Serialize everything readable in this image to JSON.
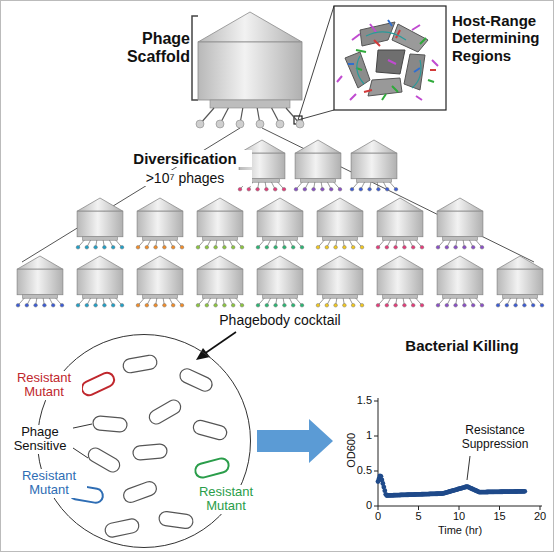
{
  "diagram": {
    "nodes": [
      {
        "text": [
          "Resistant Mutant",
          "Phage Sensitive",
          "Resistant Mutant",
          "Resistant Mutant"
        ]
      },
      {
        "text": [
          "Bacterial Killing"
        ]
      }
    ],
    "edges": [
      {
        "from": 0,
        "to": 1,
        "arrow": "to"
      }
    ],
    "labels": [
      "Phage Scaffold",
      "Host-Range Determining Regions",
      "Diversification",
      ">10⁷ phages",
      "Phagebody cocktail",
      "OD600",
      "Time (hr)",
      "0",
      "0.5",
      "1",
      "1.5",
      "0",
      "5",
      "10",
      "15",
      "20",
      "Resistance Suppression"
    ]
  }
}
